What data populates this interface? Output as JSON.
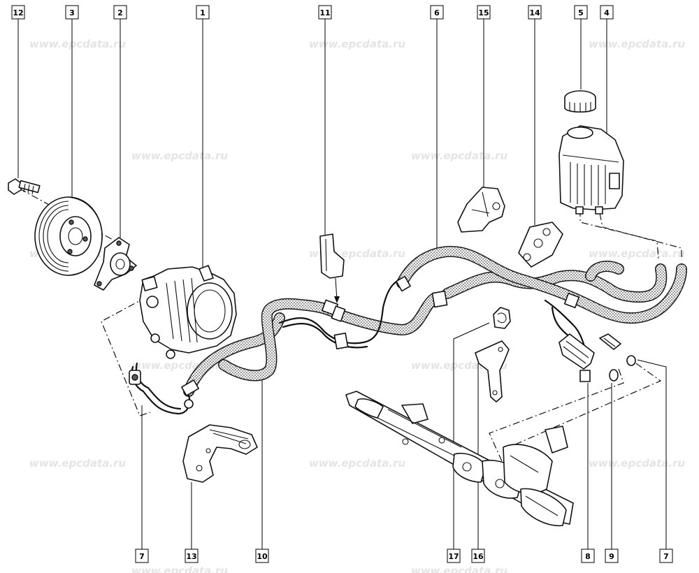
{
  "watermark": "www.epcdata.ru",
  "callouts_top": [
    "12",
    "3",
    "2",
    "1",
    "11",
    "6",
    "15",
    "14",
    "5",
    "4"
  ],
  "callouts_bottom": [
    "7",
    "13",
    "10",
    "17",
    "16",
    "8",
    "9",
    "7"
  ],
  "colors": {
    "line": "#111111",
    "dots": "#1a1a1a",
    "watermark": "#e4e4e4"
  }
}
